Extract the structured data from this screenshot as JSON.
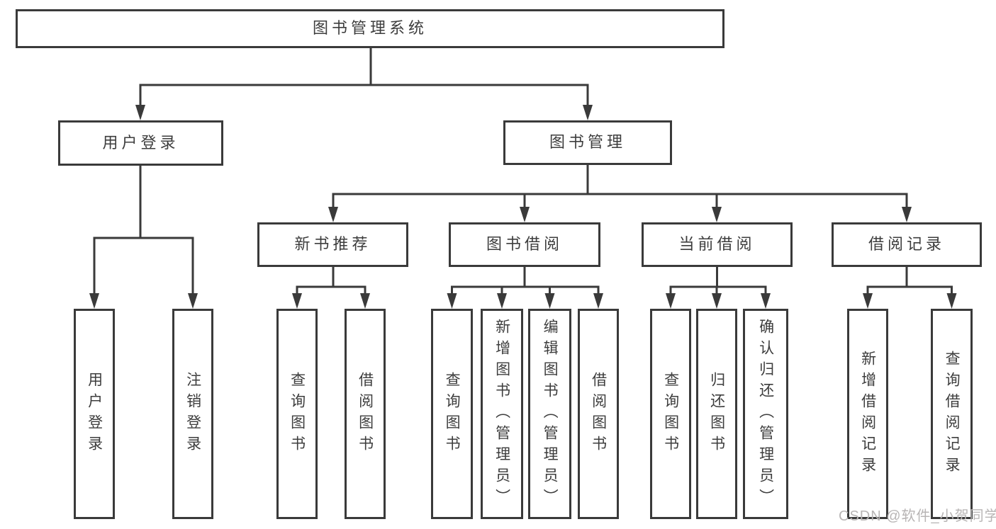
{
  "diagram": {
    "root": {
      "label": "图书管理系统"
    },
    "branches": [
      {
        "label": "用户登录",
        "children": [
          {
            "label": "用户登录"
          },
          {
            "label": "注销登录"
          }
        ]
      },
      {
        "label": "图书管理",
        "children": [
          {
            "label": "新书推荐",
            "children": [
              {
                "label": "查询图书"
              },
              {
                "label": "借阅图书"
              }
            ]
          },
          {
            "label": "图书借阅",
            "children": [
              {
                "label": "查询图书"
              },
              {
                "label": "新增图书（管理员）"
              },
              {
                "label": "编辑图书（管理员）"
              },
              {
                "label": "借阅图书"
              }
            ]
          },
          {
            "label": "当前借阅",
            "children": [
              {
                "label": "查询图书"
              },
              {
                "label": "归还图书"
              },
              {
                "label": "确认归还（管理员）"
              }
            ]
          },
          {
            "label": "借阅记录",
            "children": [
              {
                "label": "新增借阅记录"
              },
              {
                "label": "查询借阅记录"
              }
            ]
          }
        ]
      }
    ]
  },
  "watermark": {
    "text": "CSDN @软件_小贺同学"
  },
  "colors": {
    "line": "#3a3a3a",
    "text": "#3d3d3d",
    "background": "#ffffff",
    "watermark": "#b8b5b5"
  }
}
